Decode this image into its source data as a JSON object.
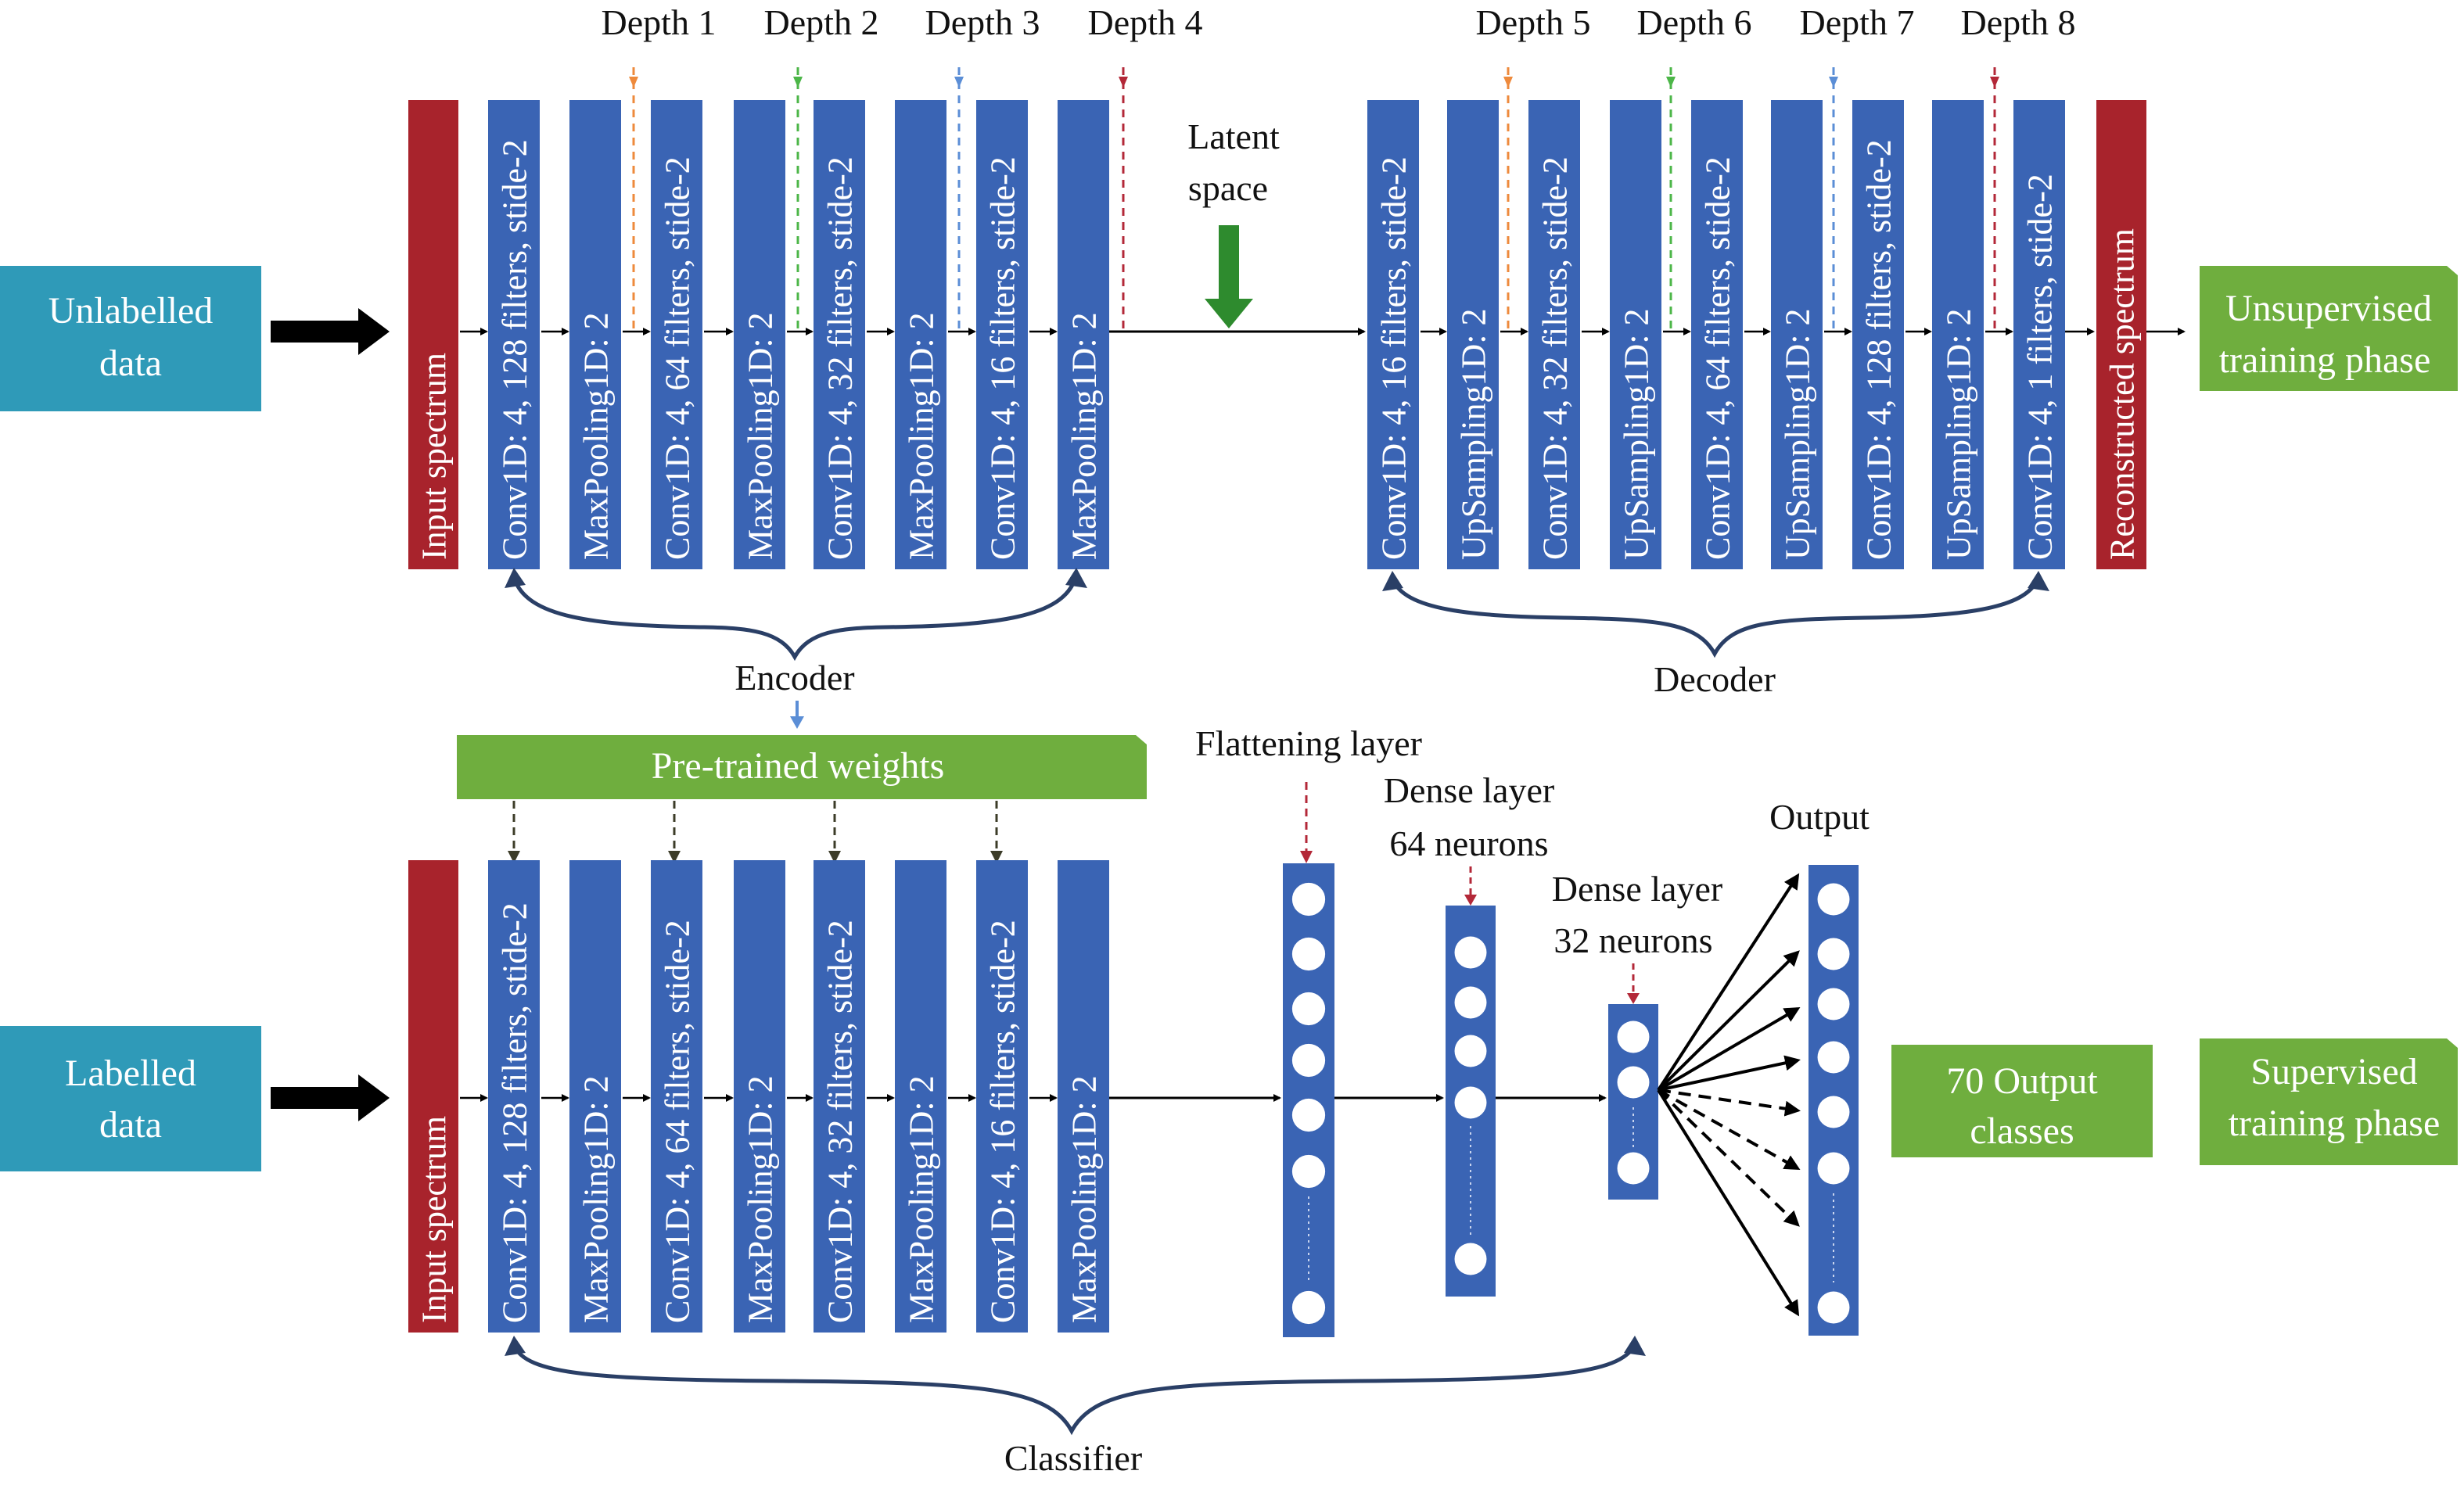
{
  "depth_labels": [
    "Depth 1",
    "Depth 2",
    "Depth 3",
    "Depth 4",
    "Depth 5",
    "Depth 6",
    "Depth 7",
    "Depth 8"
  ],
  "unlabelled_data": [
    "Unlabelled",
    "data"
  ],
  "labelled_data": [
    "Labelled",
    "data"
  ],
  "input_spectrum": "Input spectrum",
  "reconstructed_spectrum": "Reconstructed spectrum",
  "latent_space": [
    "Latent",
    "space"
  ],
  "encoder": "Encoder",
  "decoder": "Decoder",
  "classifier": "Classifier",
  "pretrained_weights": "Pre-trained weights",
  "flattening_layer": "Flattening layer",
  "dense_layer_64": [
    "Dense layer",
    "64 neurons"
  ],
  "dense_layer_32": [
    "Dense layer",
    "32 neurons"
  ],
  "output": "Output",
  "output_classes": [
    "70 Output",
    "classes"
  ],
  "unsupervised_phase": [
    "Unsupervised",
    "training phase"
  ],
  "supervised_phase": [
    "Supervised",
    "training phase"
  ],
  "encoder_layers": [
    "Conv1D: 4, 128 filters, stide-2",
    "MaxPooling1D: 2",
    "Conv1D: 4, 64 filters, stide-2",
    "MaxPooling1D: 2",
    "Conv1D: 4, 32 filters, stide-2",
    "MaxPooling1D: 2",
    "Conv1D: 4, 16 filters, stide-2",
    "MaxPooling1D: 2"
  ],
  "decoder_layers": [
    "Conv1D: 4, 16 filters, stide-2",
    "UpSampling1D: 2",
    "Conv1D: 4, 32 filters, stide-2",
    "UpSampling1D: 2",
    "Conv1D: 4, 64 filters, stide-2",
    "UpSampling1D: 2",
    "Conv1D: 4, 128 filters, stide-2",
    "UpSampling1D: 2",
    "Conv1D: 4, 1 filters, stide-2"
  ],
  "colors": {
    "layer_blue": "#3a64b4",
    "input_red": "#a8232c",
    "data_teal": "#2f9ab8",
    "phase_green": "#6fae3e",
    "latent_green": "#2e8b2e",
    "brace_navy": "#2a3f66",
    "depth_colors": [
      "#ee8a3c",
      "#4cb648",
      "#5b8ed6",
      "#b32838",
      "#ee8a3c",
      "#4cb648",
      "#5b8ed6",
      "#b32838"
    ]
  }
}
